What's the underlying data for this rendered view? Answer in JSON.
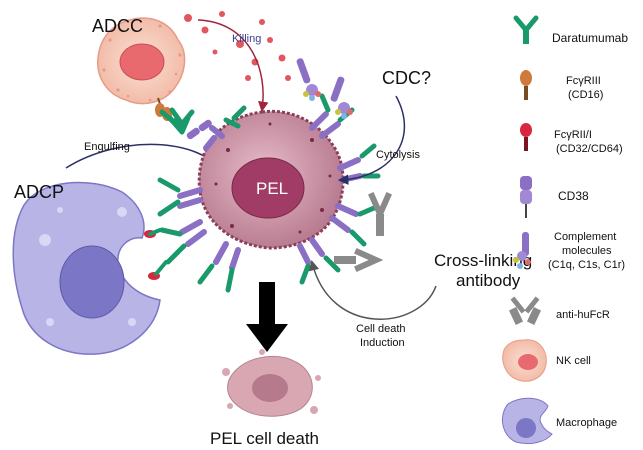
{
  "labels": {
    "adcc": "ADCC",
    "killing": "Killing",
    "cdc": "CDC?",
    "cytolysis": "Cytolysis",
    "adcp": "ADCP",
    "engulfing": "Engulfing",
    "pel": "PEL",
    "crosslink_line1": "Cross-linking",
    "crosslink_line2": "antibody",
    "cell_death_line1": "Cell death",
    "cell_death_line2": "Induction",
    "pel_cell_death": "PEL cell death"
  },
  "legend": [
    {
      "icon": "daratumumab-icon",
      "lines": [
        "Daratumumab"
      ]
    },
    {
      "icon": "fcgr3-icon",
      "lines": [
        "FcγRIII",
        "(CD16)"
      ]
    },
    {
      "icon": "fcgr2-icon",
      "lines": [
        "FcγRII/I",
        "(CD32/CD64)"
      ]
    },
    {
      "icon": "cd38-icon",
      "lines": [
        "CD38"
      ]
    },
    {
      "icon": "complement-icon",
      "lines": [
        "Complement",
        "molecules",
        "(C1q, C1s, C1r)"
      ]
    },
    {
      "icon": "anti-hufcr-icon",
      "lines": [
        "anti-huFcR"
      ]
    },
    {
      "icon": "nk-cell-icon",
      "lines": [
        "NK cell"
      ]
    },
    {
      "icon": "macrophage-icon",
      "lines": [
        "Macrophage"
      ]
    }
  ],
  "colors": {
    "antibody": "#1a9a6a",
    "cd38": "#8a6fc4",
    "pel_cell": "#b36b82",
    "nk_cell": "#f3b9a4",
    "macrophage": "#b8b4e6",
    "fcr_orange": "#cf7a3a",
    "fcr_red": "#d7263d",
    "arrow": "#2d3068",
    "killing_arrow": "#a3233a"
  }
}
